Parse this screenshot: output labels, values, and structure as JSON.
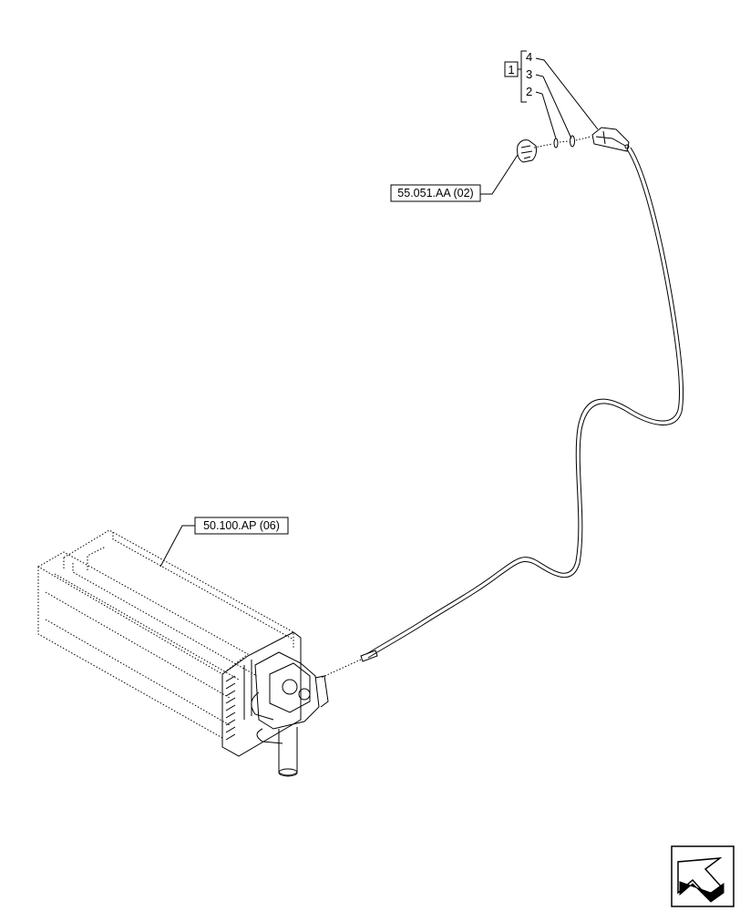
{
  "callouts": {
    "group": "1",
    "items": [
      "4",
      "3",
      "2"
    ]
  },
  "references": {
    "pressure_switch": "55.051.AA (02)",
    "evaporator": "50.100.AP (06)"
  },
  "icons": {
    "nav": "page-arrow-icon"
  }
}
